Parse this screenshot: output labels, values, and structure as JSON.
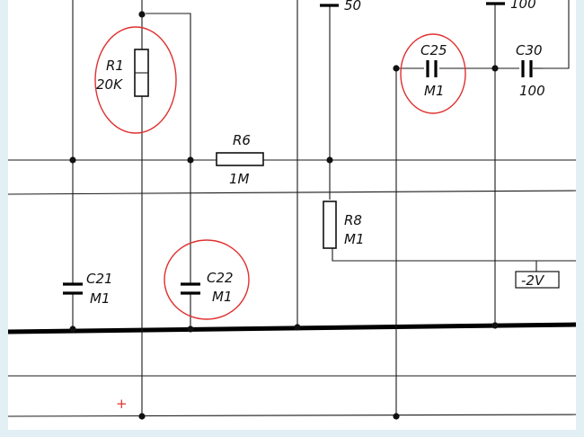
{
  "components": {
    "r1": {
      "name": "R1",
      "value": "20K"
    },
    "r6": {
      "name": "R6",
      "value": "1M"
    },
    "r8": {
      "name": "R8",
      "value": "M1"
    },
    "c21": {
      "name": "C21",
      "value": "M1"
    },
    "c22": {
      "name": "C22",
      "value": "M1"
    },
    "c25": {
      "name": "C25",
      "value": "M1"
    },
    "c30": {
      "name": "C30",
      "value": "100"
    },
    "top_mid_value": "50",
    "top_right_value": "100"
  },
  "voltage_box": "-2V",
  "plus_marker": "+",
  "colors": {
    "highlight": "#e0302f",
    "ink": "#111111",
    "background": "#e2f0f5"
  }
}
